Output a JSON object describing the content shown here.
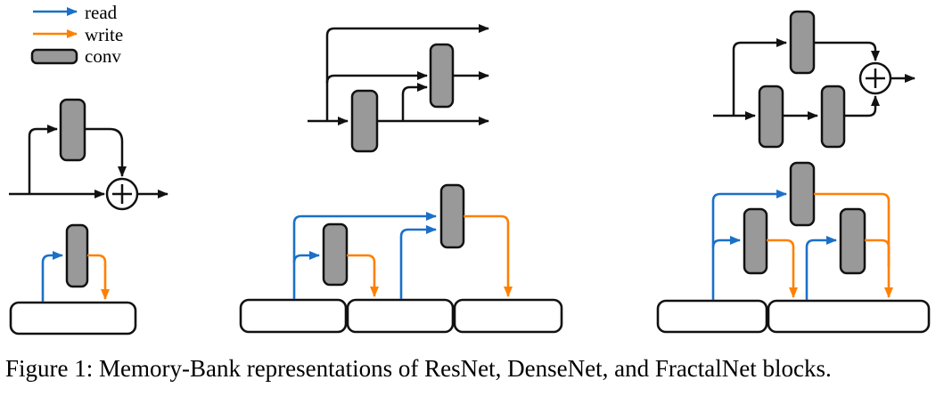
{
  "caption": "Figure 1: Memory-Bank representations of ResNet, DenseNet, and FractalNet blocks.",
  "legend": {
    "items": [
      {
        "label": "read",
        "type": "arrow",
        "color_key": "read"
      },
      {
        "label": "write",
        "type": "arrow",
        "color_key": "write"
      },
      {
        "label": "conv",
        "type": "box",
        "color_key": "conv"
      }
    ]
  },
  "colors": {
    "read": "#1a70c8",
    "write": "#ff8000",
    "conv": "#999999",
    "line": "#111111",
    "bank-fill": "#ffffff",
    "bank-stroke": "#111111"
  },
  "figure": {
    "panels": [
      {
        "architecture": "ResNet",
        "standard_block": {
          "convs": 1,
          "sum_node": true,
          "paths": [
            "identity skip to sum",
            "conv path to sum"
          ]
        },
        "memory_bank": {
          "banks": 1,
          "convs": 1,
          "reads": 1,
          "writes": 1,
          "edges": [
            "bank1 read -> conv1",
            "conv1 write -> bank1"
          ]
        }
      },
      {
        "architecture": "DenseNet",
        "standard_block": {
          "convs": 2,
          "sum_node": false,
          "paths": [
            "input skip to output",
            "input skip to conv2",
            "input -> conv1 -> output",
            "conv1 -> conv2",
            "conv2 -> output"
          ]
        },
        "memory_bank": {
          "banks": 3,
          "convs": 2,
          "reads": 3,
          "writes": 2,
          "edges": [
            "bank1 read -> conv1",
            "bank1 read -> conv2",
            "bank2 read -> conv2",
            "conv1 write -> bank2",
            "conv2 write -> bank3"
          ]
        }
      },
      {
        "architecture": "FractalNet",
        "standard_block": {
          "convs": 3,
          "sum_node": true,
          "paths": [
            "input -> conv_top -> sum",
            "input -> conv_a -> conv_b -> sum",
            "sum -> output"
          ]
        },
        "memory_bank": {
          "banks": 2,
          "convs": 3,
          "reads": 3,
          "writes": 3,
          "edges": [
            "bank1 read -> conv_top",
            "bank1 read -> conv_left",
            "bank2 read -> conv_right",
            "conv_left write -> bank2",
            "conv_top write -> bank2",
            "conv_right write -> bank2"
          ]
        }
      }
    ]
  }
}
